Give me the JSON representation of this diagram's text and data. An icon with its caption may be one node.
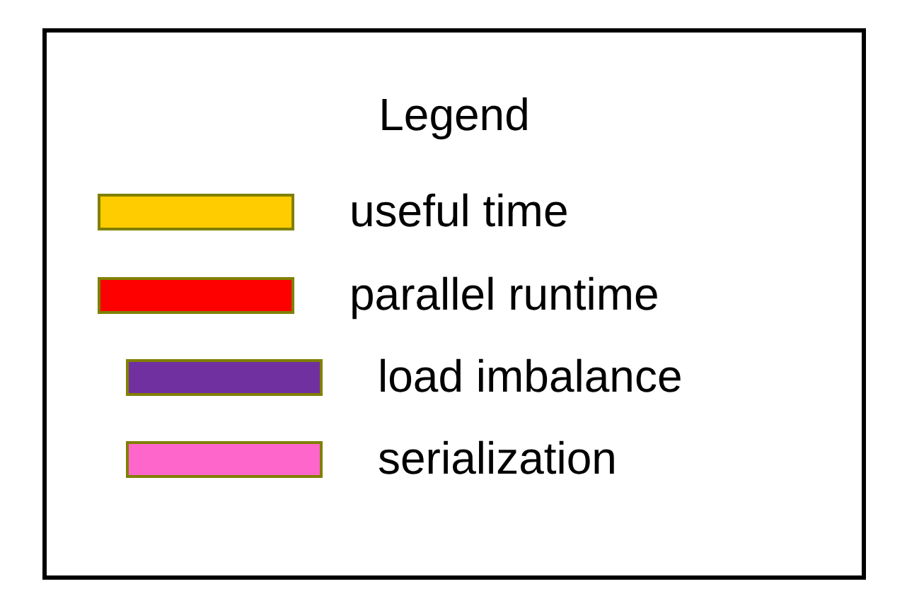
{
  "diagram": {
    "title": "Legend",
    "legend": [
      {
        "text": "useful time",
        "color": "#ffcc00"
      },
      {
        "text": "parallel runtime",
        "color": "#ff0000"
      },
      {
        "text": "load imbalance",
        "color": "#7030a0"
      },
      {
        "text": "serialization",
        "color": "#ff66cc"
      }
    ]
  }
}
